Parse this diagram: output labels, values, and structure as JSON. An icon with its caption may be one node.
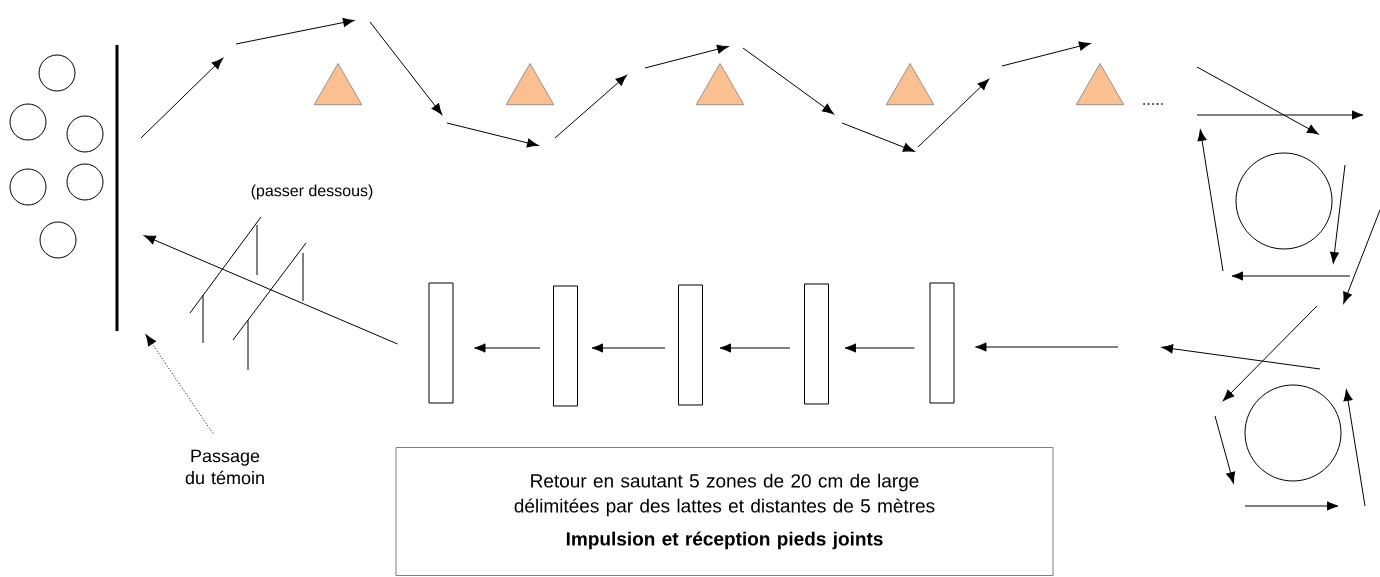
{
  "diagram": {
    "nodes": [
      {
        "text": [],
        "shape": "circle"
      },
      {
        "text": [],
        "shape": "circle"
      },
      {
        "text": [],
        "shape": "circle"
      },
      {
        "text": [],
        "shape": "circle"
      },
      {
        "text": [],
        "shape": "circle"
      },
      {
        "text": [],
        "shape": "circle"
      },
      {
        "text": [],
        "shape": "bar"
      },
      {
        "text": [],
        "shape": "triangle"
      },
      {
        "text": [],
        "shape": "triangle"
      },
      {
        "text": [],
        "shape": "triangle"
      },
      {
        "text": [],
        "shape": "triangle"
      },
      {
        "text": [],
        "shape": "triangle"
      },
      {
        "text": [],
        "shape": "circle"
      },
      {
        "text": [],
        "shape": "circle"
      },
      {
        "text": [],
        "shape": "box"
      },
      {
        "text": [],
        "shape": "box"
      },
      {
        "text": [],
        "shape": "box"
      },
      {
        "text": [],
        "shape": "box"
      },
      {
        "text": [],
        "shape": "box"
      },
      {
        "text": [
          "Passage du témoin"
        ]
      },
      {
        "text": [
          "Retour en sautant 5 zones de 20 cm de large délimitées par des lattes et distantes de 5 mètres",
          "Impulsion et réception pieds joints"
        ]
      }
    ],
    "edges": [
      {
        "from": 19,
        "to": 6,
        "arrow": "to",
        "style": "dashed"
      },
      {
        "from": 14,
        "to": 6,
        "arrow": "to"
      },
      {
        "from": 15,
        "to": 14,
        "arrow": "to"
      },
      {
        "from": 16,
        "to": 15,
        "arrow": "to"
      },
      {
        "from": 17,
        "to": 16,
        "arrow": "to"
      },
      {
        "from": 18,
        "to": 17,
        "arrow": "to"
      },
      {
        "from": null,
        "to": 18,
        "arrow": "to"
      }
    ],
    "labels": [
      "(passer dessous)",
      "....."
    ]
  }
}
